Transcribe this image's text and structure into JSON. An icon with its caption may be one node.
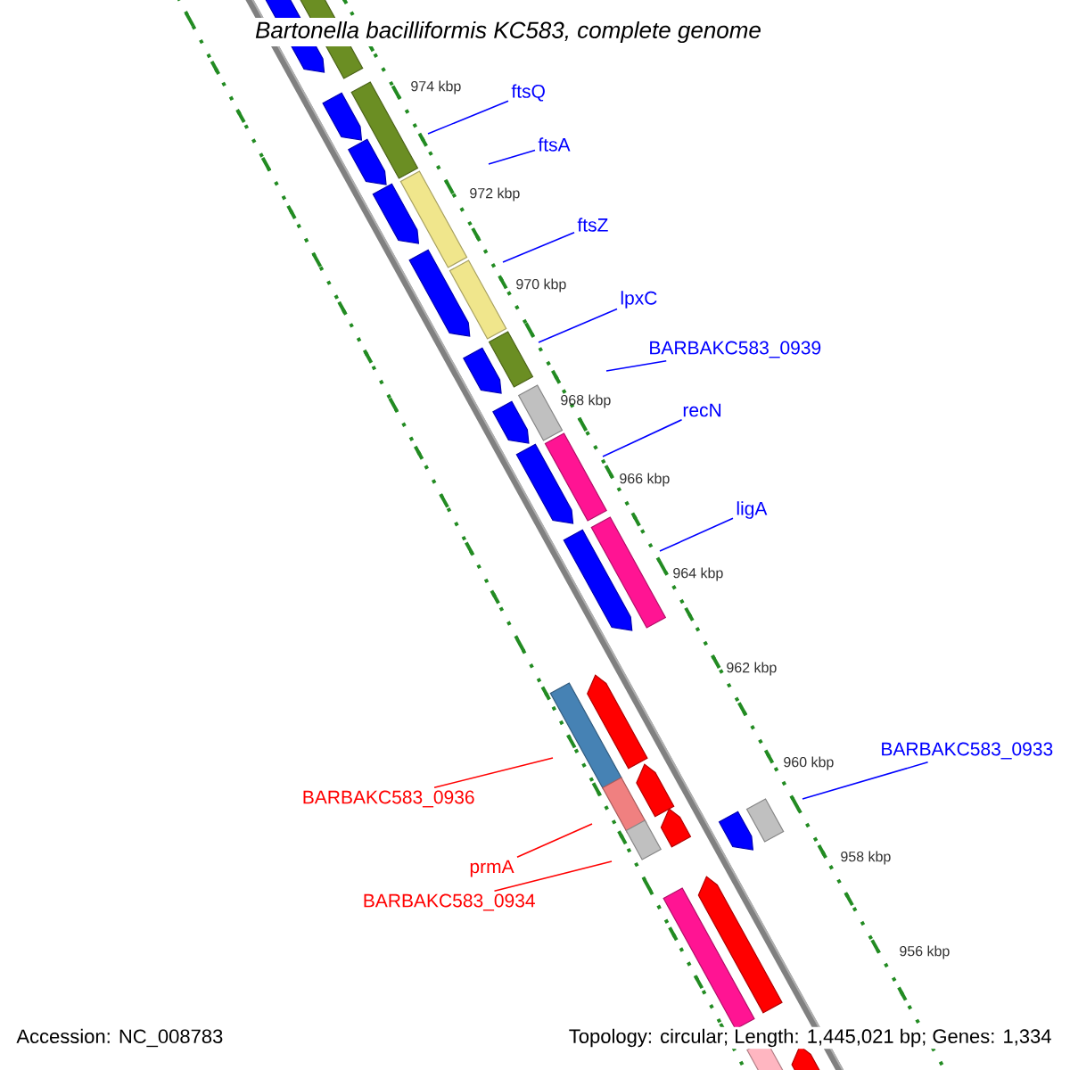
{
  "diagram": {
    "title": "Bartonella bacilliformis KC583, complete genome",
    "nodes": [
      {
        "text": [
          "ftsQ"
        ]
      },
      {
        "text": [
          "ftsA"
        ]
      },
      {
        "text": [
          "ftsZ"
        ]
      },
      {
        "text": [
          "lpxC"
        ]
      },
      {
        "text": [
          "BARBAKC583_0939"
        ]
      },
      {
        "text": [
          "recN"
        ]
      },
      {
        "text": [
          "ligA"
        ]
      },
      {
        "text": [
          "BARBAKC583_0933"
        ]
      },
      {
        "text": [
          "BARBAKC583_0936"
        ]
      },
      {
        "text": [
          "prmA"
        ]
      },
      {
        "text": [
          "BARBAKC583_0934"
        ]
      }
    ],
    "edges": [
      {
        "from": 0,
        "to": null,
        "arrow": "none"
      },
      {
        "from": 1,
        "to": null,
        "arrow": "none"
      },
      {
        "from": 2,
        "to": null,
        "arrow": "none"
      },
      {
        "from": 3,
        "to": null,
        "arrow": "none"
      },
      {
        "from": 4,
        "to": null,
        "arrow": "none"
      },
      {
        "from": 5,
        "to": null,
        "arrow": "none"
      },
      {
        "from": 6,
        "to": null,
        "arrow": "none"
      },
      {
        "from": 7,
        "to": null,
        "arrow": "none"
      },
      {
        "from": 8,
        "to": null,
        "arrow": "none",
        "color": "#ff0000"
      },
      {
        "from": 9,
        "to": null,
        "arrow": "none",
        "color": "#ff0000"
      },
      {
        "from": 10,
        "to": null,
        "arrow": "none",
        "color": "#ff0000"
      }
    ],
    "labels": [
      "974 kbp",
      "972 kbp",
      "970 kbp",
      "968 kbp",
      "966 kbp",
      "964 kbp",
      "962 kbp",
      "960 kbp",
      "958 kbp",
      "956 kbp",
      "Accession: NC_008783",
      "Topology: circular; Length: 1,445,021 bp; Genes: 1,334"
    ]
  }
}
